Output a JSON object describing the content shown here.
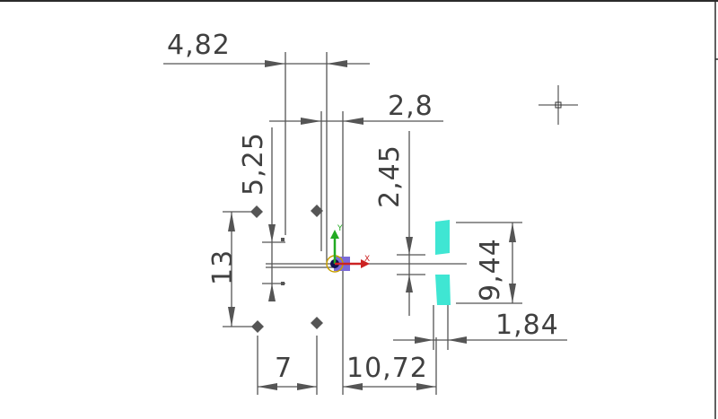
{
  "window": {
    "border_color": "#2b2b2b"
  },
  "drawing": {
    "background": "#ffffff",
    "line_color": "#555555",
    "text_color": "#404040",
    "pad_color": "#3fe6d3",
    "dimensions": {
      "dim_4_82": "4,82",
      "dim_2_8": "2,8",
      "dim_5_25": "5,25",
      "dim_2_45": "2,45",
      "dim_13": "13",
      "dim_9_44": "9,44",
      "dim_1_84": "1,84",
      "dim_7": "7",
      "dim_10_72": "10,72"
    },
    "ucs_icon": {
      "x_label": "X",
      "y_label": "Y",
      "x_color": "#cc2222",
      "y_color": "#22aa22"
    },
    "icons": [
      "crosshair-cursor-icon",
      "ucs-icon"
    ]
  }
}
